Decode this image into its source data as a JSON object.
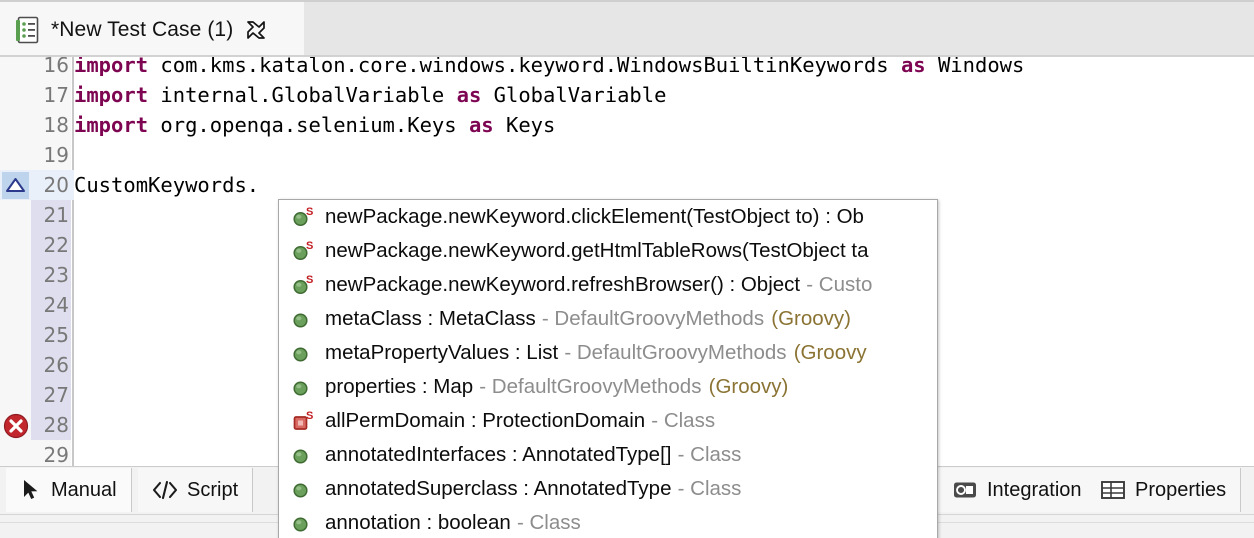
{
  "window": {
    "tab": {
      "title": "*New Test Case (1)",
      "icon": "test-case-icon",
      "close_icon": "close-icon"
    }
  },
  "editor": {
    "language": "groovy",
    "first_visible_line": 16,
    "last_visible_line": 29,
    "current_line": 20,
    "lines": [
      {
        "num": 16,
        "tokens": [
          {
            "t": "import",
            "k": true
          },
          {
            "t": " com.kms.katalon.core.windows.keyword.WindowsBuiltinKeywords ",
            "k": false
          },
          {
            "t": "as",
            "k": true
          },
          {
            "t": " Windows",
            "k": false
          }
        ],
        "marker": "",
        "band": false
      },
      {
        "num": 17,
        "tokens": [
          {
            "t": "import",
            "k": true
          },
          {
            "t": " internal.GlobalVariable ",
            "k": false
          },
          {
            "t": "as",
            "k": true
          },
          {
            "t": " GlobalVariable",
            "k": false
          }
        ],
        "marker": "",
        "band": false
      },
      {
        "num": 18,
        "tokens": [
          {
            "t": "import",
            "k": true
          },
          {
            "t": " org.openqa.selenium.Keys ",
            "k": false
          },
          {
            "t": "as",
            "k": true
          },
          {
            "t": " Keys",
            "k": false
          }
        ],
        "marker": "",
        "band": false
      },
      {
        "num": 19,
        "tokens": [],
        "marker": "",
        "band": false
      },
      {
        "num": 20,
        "tokens": [
          {
            "t": "CustomKeywords.",
            "k": false
          }
        ],
        "marker": "collapse-triangle",
        "band": true
      },
      {
        "num": 21,
        "tokens": [],
        "marker": "",
        "band": true
      },
      {
        "num": 22,
        "tokens": [],
        "marker": "",
        "band": true
      },
      {
        "num": 23,
        "tokens": [],
        "marker": "",
        "band": true
      },
      {
        "num": 24,
        "tokens": [],
        "marker": "",
        "band": true
      },
      {
        "num": 25,
        "tokens": [],
        "marker": "",
        "band": true
      },
      {
        "num": 26,
        "tokens": [],
        "marker": "",
        "band": true
      },
      {
        "num": 27,
        "tokens": [],
        "marker": "",
        "band": true
      },
      {
        "num": 28,
        "tokens": [],
        "marker": "error",
        "band": true
      },
      {
        "num": 29,
        "tokens": [],
        "marker": "",
        "band": false
      }
    ]
  },
  "autocomplete": {
    "prefix": "CustomKeywords.",
    "items": [
      {
        "icon": "public-method-static-icon",
        "label": "newPackage.newKeyword.clickElement(TestObject to) : Ob",
        "owner": "",
        "lang": ""
      },
      {
        "icon": "public-method-static-icon",
        "label": "newPackage.newKeyword.getHtmlTableRows(TestObject ta",
        "owner": "",
        "lang": ""
      },
      {
        "icon": "public-method-static-icon",
        "label": "newPackage.newKeyword.refreshBrowser() : Object",
        "owner": "- Custo",
        "lang": ""
      },
      {
        "icon": "public-field-icon",
        "label": "metaClass : MetaClass",
        "owner": "- DefaultGroovyMethods",
        "lang": "(Groovy)"
      },
      {
        "icon": "public-field-icon",
        "label": "metaPropertyValues : List",
        "owner": "- DefaultGroovyMethods",
        "lang": "(Groovy"
      },
      {
        "icon": "public-field-icon",
        "label": "properties : Map",
        "owner": "- DefaultGroovyMethods",
        "lang": "(Groovy)"
      },
      {
        "icon": "private-field-static-icon",
        "label": "allPermDomain : ProtectionDomain",
        "owner": "- Class",
        "lang": ""
      },
      {
        "icon": "public-field-icon",
        "label": "annotatedInterfaces : AnnotatedType[]",
        "owner": "- Class",
        "lang": ""
      },
      {
        "icon": "public-field-icon",
        "label": "annotatedSuperclass : AnnotatedType",
        "owner": "- Class",
        "lang": ""
      },
      {
        "icon": "public-field-icon",
        "label": "annotation : boolean",
        "owner": "- Class",
        "lang": ""
      }
    ]
  },
  "bottom_tabs": [
    {
      "label": "Manual",
      "icon": "cursor-arrow-icon",
      "selected": true
    },
    {
      "label": "Script",
      "icon": "code-brackets-icon",
      "selected": false
    },
    {
      "label": "Integration",
      "icon": "integration-plug-icon",
      "selected": false
    },
    {
      "label": "Properties",
      "icon": "table-grid-icon",
      "selected": false
    }
  ],
  "colors": {
    "keyword": "#7d0552",
    "current_line": "#eaf0fa",
    "gutter_band": "#dedeee",
    "popup_owner": "#8d8d8d",
    "popup_lang": "#8a7333",
    "error_marker": "#c1272d",
    "tab_active_bg": "#f7f7f7",
    "tabbar_bg": "#e6e6e6"
  }
}
